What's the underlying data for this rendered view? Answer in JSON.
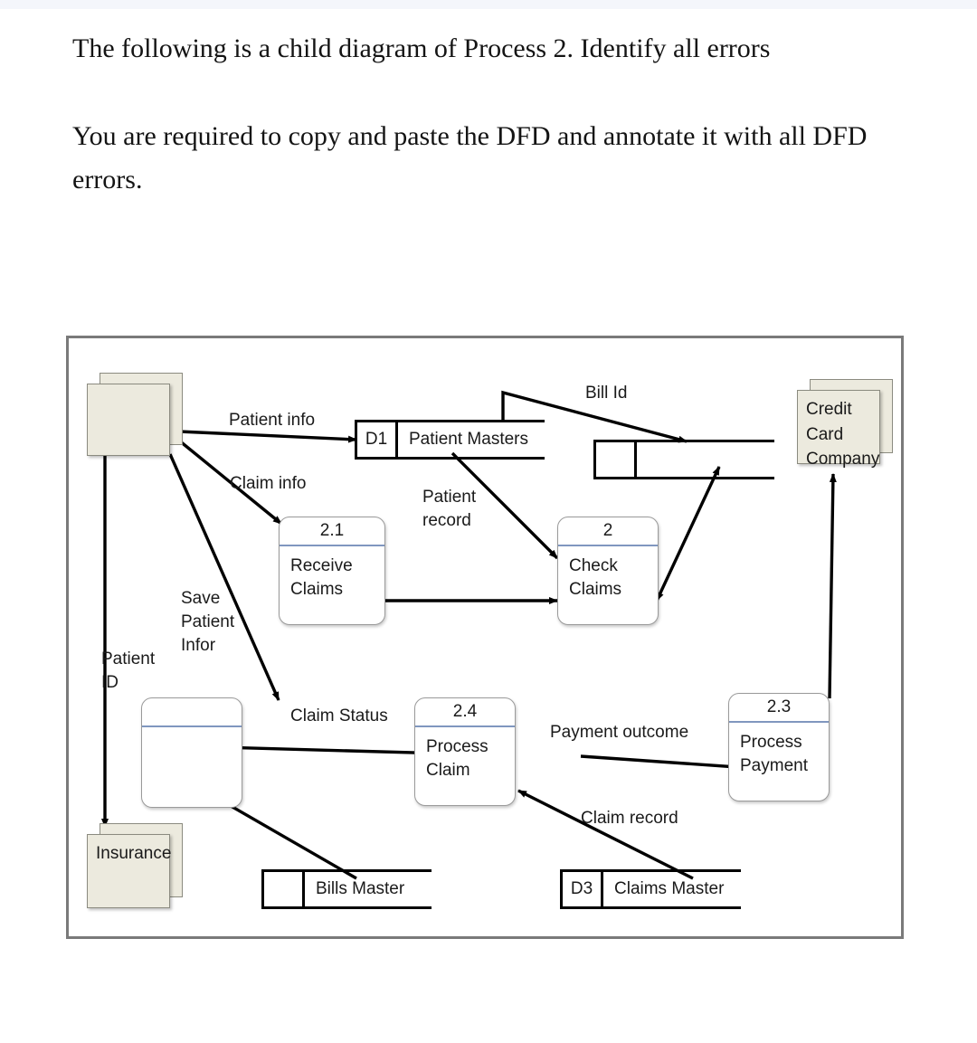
{
  "page": {
    "question_line_1": "The following is a child diagram of Process 2. Identify all errors",
    "question_line_2": "You are required to copy and paste the DFD and annotate it with all DFD errors."
  },
  "colors": {
    "entity_fill": "#eceade",
    "entity_stroke": "#8b8b80",
    "process_accent": "#8097bf",
    "process_stroke": "#9a9a9a",
    "frame_stroke": "#7a7a7a",
    "flow_stroke": "#000000",
    "page_background": "#ffffff",
    "top_strip": "#f4f6fb"
  },
  "diagram": {
    "title": "DFD child diagram of Process 2",
    "entities": [
      {
        "id": "entity-unnamed",
        "label": "",
        "name": "unnamed-external-entity"
      },
      {
        "id": "entity-credit-card",
        "label": "Credit\nCard\nCompany",
        "name": "credit-card-company-entity"
      },
      {
        "id": "entity-insurance",
        "label": "Insurance",
        "name": "insurance-entity"
      }
    ],
    "processes": [
      {
        "id": "p21",
        "number": "2.1",
        "label": "Receive\nClaims"
      },
      {
        "id": "p2",
        "number": "2",
        "label": "Check\nClaims"
      },
      {
        "id": "p-unnamed",
        "number": "",
        "label": ""
      },
      {
        "id": "p24",
        "number": "2.4",
        "label": "Process\nClaim"
      },
      {
        "id": "p23",
        "number": "2.3",
        "label": "Process\nPayment"
      }
    ],
    "stores": [
      {
        "id": "d1",
        "code": "D1",
        "label": "Patient Masters"
      },
      {
        "id": "d-unnamed",
        "code": "",
        "label": ""
      },
      {
        "id": "d-bills",
        "code": "",
        "label": "Bills Master"
      },
      {
        "id": "d3",
        "code": "D3",
        "label": "Claims Master"
      }
    ],
    "flows": [
      {
        "id": "f-patient-info",
        "label": "Patient info"
      },
      {
        "id": "f-claim-info",
        "label": "Claim info"
      },
      {
        "id": "f-save-patient-infor",
        "label": "Save\nPatient\nInfor"
      },
      {
        "id": "f-patient-id",
        "label": "Patient\nID"
      },
      {
        "id": "f-patient-record",
        "label": "Patient\nrecord"
      },
      {
        "id": "f-bill-id",
        "label": "Bill Id"
      },
      {
        "id": "f-claim-status",
        "label": "Claim Status"
      },
      {
        "id": "f-payment-outcome",
        "label": "Payment outcome"
      },
      {
        "id": "f-claim-record",
        "label": "Claim record"
      }
    ]
  }
}
